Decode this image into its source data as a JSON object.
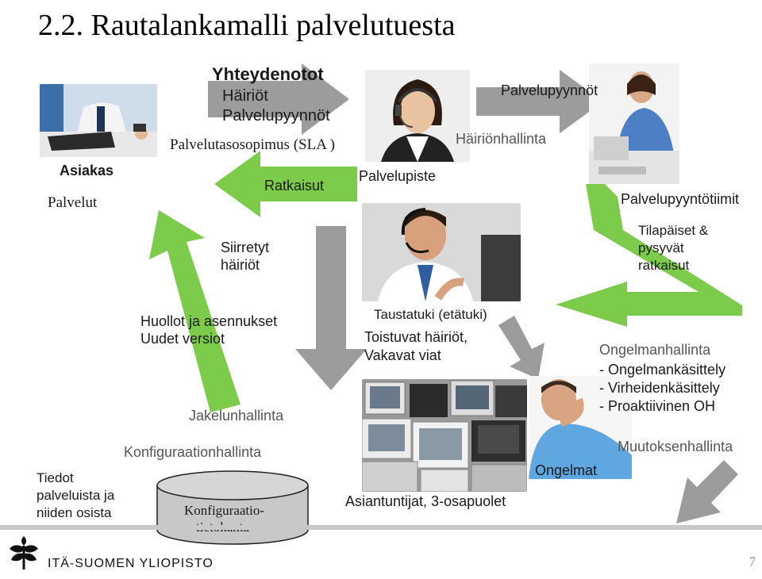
{
  "slide": {
    "title": "2.2. Rautalankamalli palvelutuesta",
    "page_number": "7",
    "logo_text": "ITÄ-SUOMEN YLIOPISTO"
  },
  "labels": {
    "yhteydenotot": "Yhteydenotot",
    "hairiot": "Häiriöt",
    "palvelupyynnot_left": "Palvelupyynnöt",
    "sla": "Palvelutasosopimus (SLA )",
    "ratkaisut": "Ratkaisut",
    "asiakas": "Asiakas",
    "palvelut": "Palvelut",
    "palvelupiste": "Palvelupiste",
    "palvelupyynnot_top": "Palvelupyynnöt",
    "hairionhallinta": "Häiriönhallinta",
    "palvelupyyntotiimit": "Palvelupyyntötiimit",
    "tilapaiset_1": "Tilapäiset &",
    "tilapaiset_2": "pysyvät",
    "tilapaiset_3": "ratkaisut",
    "siirretyt_1": "Siirretyt",
    "siirretyt_2": "häiriöt",
    "huollot_1": "Huollot ja asennukset",
    "huollot_2": "Uudet versiot",
    "jakelunhallinta": "Jakelunhallinta",
    "taustatuki": "Taustatuki (etätuki)",
    "toistuvat_1": "Toistuvat häiriöt,",
    "toistuvat_2": "Vakavat viat",
    "ongelmanhallinta": "Ongelmanhallinta",
    "ong_1": "- Ongelmankäsittely",
    "ong_2": "- Virheidenkäsittely",
    "ong_3": "- Proaktiivinen OH",
    "konfiguraationhallinta": "Konfiguraationhallinta",
    "tiedot_1": "Tiedot",
    "tiedot_2": "palveluista ja",
    "tiedot_3": "niiden osista",
    "kanta_1": "Konfiguraatio-",
    "kanta_2": "tietokanta",
    "asiantuntijat": "Asiantuntijat, 3-osapuolet",
    "ongelmat": "Ongelmat",
    "muutoksenhallinta": "Muutoksenhallinta"
  },
  "colors": {
    "green_arrow": "#7dcb4a",
    "gray_arrow": "#9c9c9c",
    "divider": "#c8c8c8"
  },
  "icons": [
    "client-photo",
    "service-desk-photo",
    "service-team-photo",
    "back-support-photo",
    "computers-photo",
    "problem-manager-photo",
    "university-logo-icon"
  ]
}
